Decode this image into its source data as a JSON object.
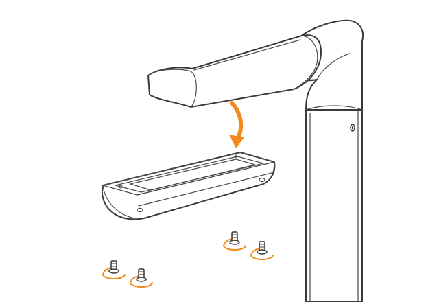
{
  "figure": {
    "kind": "assembly-illustration",
    "colors": {
      "line": "#3a3a3a",
      "accent": "#f28a1c",
      "background": "#ffffff"
    },
    "parts": {
      "pole": "vertical-post",
      "arm": "horizontal-arm-housing",
      "tray": "lamp-tray",
      "screws": 4
    },
    "arrow_direction": "down",
    "rotation_marks": "clockwise"
  }
}
